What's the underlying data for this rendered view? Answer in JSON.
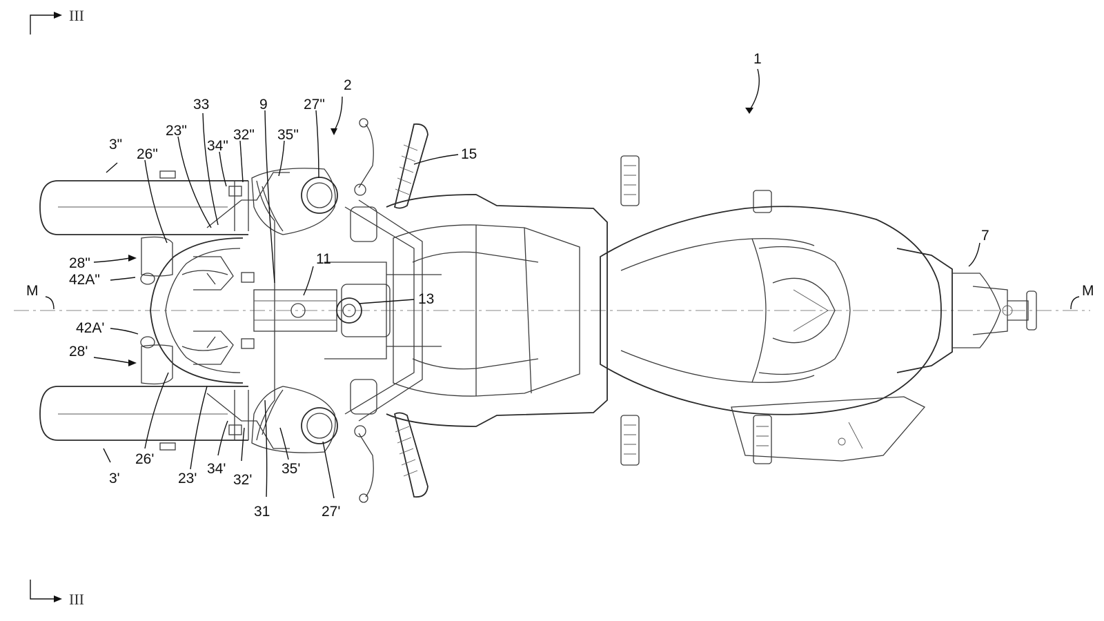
{
  "section_marks": {
    "top": "III",
    "bottom": "III"
  },
  "axis_marks": {
    "left": "M",
    "right": "M"
  },
  "labels": {
    "vehicle": "1",
    "front_group": "2",
    "wheel_top": "3\"",
    "wheel_bottom": "3'",
    "rear": "7",
    "column": "9",
    "steer": "11",
    "dash": "13",
    "handlebar": "15",
    "arm_top": "23\"",
    "arm_bottom": "23'",
    "link_top": "26\"",
    "link_bottom": "26'",
    "hub_top": "27\"",
    "hub_bottom": "27'",
    "light_top": "28\"",
    "light_bottom": "28'",
    "cross": "31",
    "pin_top": "32\"",
    "pin_bottom": "32'",
    "frame": "33",
    "joint_top": "34\"",
    "joint_bottom": "34'",
    "housing_top": "35\"",
    "housing_bottom": "35'",
    "lamp_top": "42A\"",
    "lamp_bottom": "42A'"
  }
}
